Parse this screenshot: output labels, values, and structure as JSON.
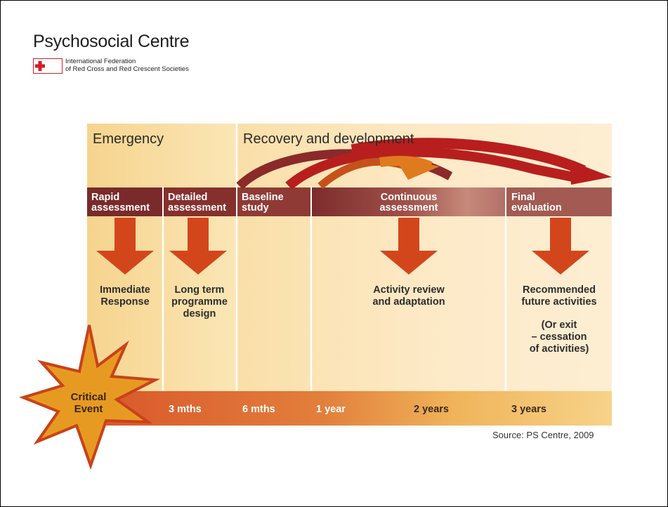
{
  "header": {
    "title": "Psychosocial Centre",
    "org_line1": "International Federation",
    "org_line2": "of Red Cross and Red Crescent Societies"
  },
  "phases": {
    "emergency": "Emergency",
    "recovery": "Recovery and development"
  },
  "stages": {
    "rapid": [
      "Rapid",
      "assessment"
    ],
    "detailed": [
      "Detailed",
      "assessment"
    ],
    "baseline": [
      "Baseline",
      "study"
    ],
    "continuous": [
      "Continuous",
      "assessment"
    ],
    "final": [
      "Final",
      "evaluation"
    ]
  },
  "outcomes": {
    "immediate": [
      "Immediate",
      "Response"
    ],
    "longterm": [
      "Long term",
      "programme",
      "design"
    ],
    "activity": [
      "Activity review",
      "and adaptation"
    ],
    "recommended": [
      "Recommended",
      "future activities"
    ],
    "exit": [
      "(Or exit",
      "– cessation",
      "of activities)"
    ]
  },
  "critical_event": [
    "Critical",
    "Event"
  ],
  "timeline": {
    "t1": "3 mths",
    "t2": "6 mths",
    "t3": "1 year",
    "t4": "2 years",
    "t5": "3 years"
  },
  "source": "Source: PS Centre, 2009",
  "colors": {
    "stage_band": "#8b3a3a",
    "arrow_orange": "#d9481c",
    "arrow_red": "#b81e1e",
    "bg_cream": "#fbe7c2",
    "bg_gold": "#f7d58d",
    "star_orange": "#e8a326",
    "star_red": "#d1461c",
    "logo_red": "#d51f27"
  }
}
